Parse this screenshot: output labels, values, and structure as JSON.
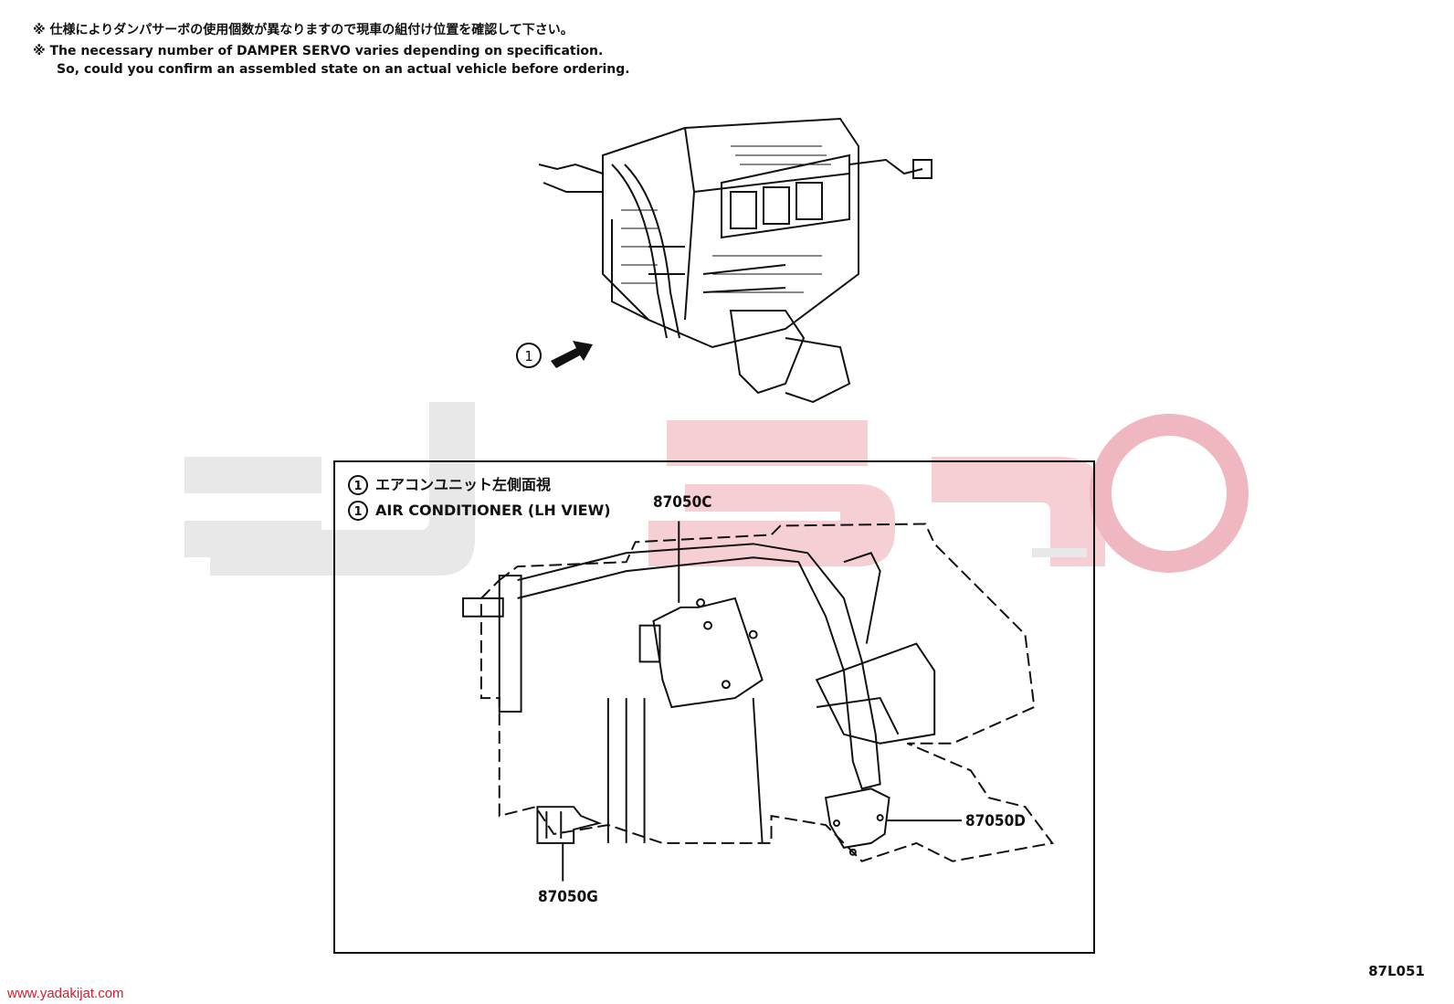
{
  "notes": {
    "line1": "※ 仕様によりダンパサーボの使用個数が異なりますので現車の組付け位置を確認して下さい。",
    "line2": "※ The necessary number of DAMPER SERVO varies depending on specification.",
    "line3": "So, could you confirm an assembled state on an actual vehicle before ordering."
  },
  "callout": {
    "number": "1"
  },
  "detail_legend": {
    "jp": "エアコンユニット左側面視",
    "en": "AIR CONDITIONER (LH VIEW)",
    "number": "1"
  },
  "part_numbers": {
    "c": "87050C",
    "d": "87050D",
    "g": "87050G"
  },
  "figure_code": "87L051",
  "footer_url": "www.yadakijat.com",
  "colors": {
    "watermark_gray": "#e6e6e6",
    "watermark_pink": "#f4c9cf",
    "brand_red": "#d21f2f"
  }
}
